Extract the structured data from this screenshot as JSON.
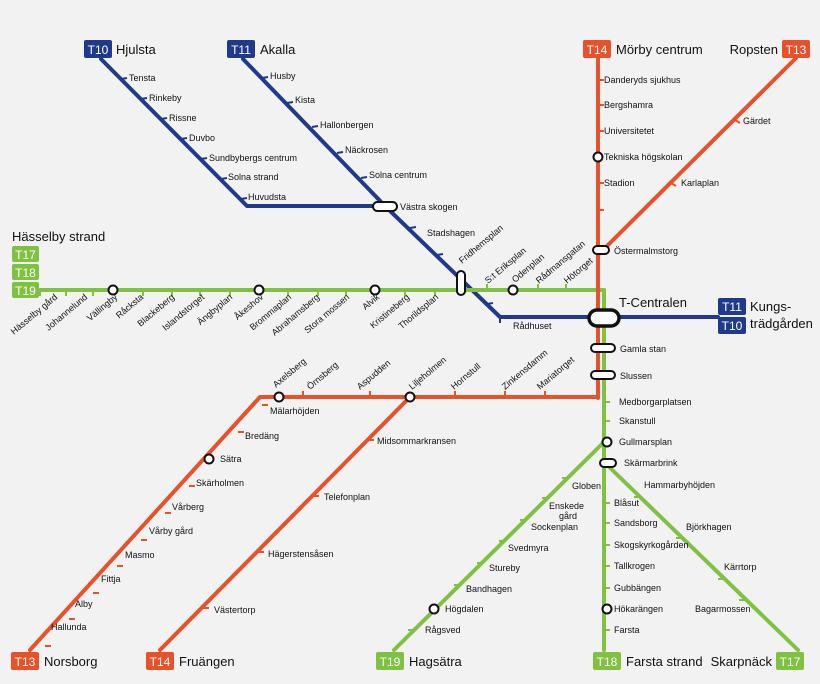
{
  "colors": {
    "green": "#7fc241",
    "red": "#e8512a",
    "blue": "#1f3a8c",
    "background": "#f2f2f2",
    "text": "#111111"
  },
  "termini": {
    "hjulsta": {
      "line": "T10",
      "name": "Hjulsta",
      "color": "blue"
    },
    "akalla": {
      "line": "T11",
      "name": "Akalla",
      "color": "blue"
    },
    "morby": {
      "line": "T14",
      "name": "Mörby centrum",
      "color": "red"
    },
    "ropsten": {
      "line": "T13",
      "name": "Ropsten",
      "color": "red"
    },
    "hasselby": {
      "name": "Hässelby strand",
      "lines": [
        "T17",
        "T18",
        "T19"
      ],
      "color": "green"
    },
    "kungstradgarden": {
      "lines": [
        "T11",
        "T10"
      ],
      "name_line1": "Kungs-",
      "name_line2": "trädgården",
      "color": "blue"
    },
    "norsborg": {
      "line": "T13",
      "name": "Norsborg",
      "color": "red"
    },
    "fruangen": {
      "line": "T14",
      "name": "Fruängen",
      "color": "red"
    },
    "hagsatra": {
      "line": "T19",
      "name": "Hagsätra",
      "color": "green"
    },
    "farsta": {
      "line": "T18",
      "name": "Farsta strand",
      "color": "green"
    },
    "skarpnack": {
      "line": "T17",
      "name": "Skarpnäck",
      "color": "green"
    }
  },
  "stations": {
    "hjulsta_branch": [
      "Tensta",
      "Rinkeby",
      "Rissne",
      "Duvbo",
      "Sundbybergs centrum",
      "Solna strand",
      "Huvudsta"
    ],
    "akalla_branch": [
      "Husby",
      "Kista",
      "Hallonbergen",
      "Näckrosen",
      "Solna centrum"
    ],
    "blue_trunk": [
      "Västra skogen",
      "Stadshagen",
      "Fridhemsplan",
      "Rådhuset"
    ],
    "tcentralen": "T-Centralen",
    "morby_branch": [
      "Danderyds sjukhus",
      "Bergshamra",
      "Universitetet",
      "Tekniska högskolan",
      "Stadion"
    ],
    "ropsten_branch": [
      "Gärdet",
      "Karlaplan"
    ],
    "ostermalmstorg": "Östermalmstorg",
    "green_west": [
      "Hässelby gård",
      "Johannelund",
      "Vällingby",
      "Råcksta",
      "Blackeberg",
      "Islandstorget",
      "Ängbyplan",
      "Åkeshov",
      "Brommaplan",
      "Abrahamsberg",
      "Stora mossen",
      "Alvik",
      "Kristineberg",
      "Thorildsplan"
    ],
    "green_city": [
      "S:t Eriksplan",
      "Odenplan",
      "Rådmansgatan",
      "Hötorget"
    ],
    "gamla_stan": "Gamla stan",
    "slussen": "Slussen",
    "red_south_trunk": [
      "Mariatorget",
      "Zinkensdamm",
      "Hornstull",
      "Liljeholmen",
      "Aspudden",
      "Örnsberg",
      "Axelsberg",
      "Mälarhöjden",
      "Bredäng",
      "Sätra",
      "Skärholmen",
      "Vårberg",
      "Vårby gård",
      "Masmo",
      "Fittja",
      "Alby",
      "Hallunda"
    ],
    "fruangen_branch": [
      "Midsommarkransen",
      "Telefonplan",
      "Hägerstensåsen",
      "Västertorp"
    ],
    "green_south_trunk": [
      "Medborgarplatsen",
      "Skanstull",
      "Gullmarsplan",
      "Skärmarbrink"
    ],
    "hagsatra_branch": [
      "Globen",
      "Enskede",
      "gård",
      "Sockenplan",
      "Svedmyra",
      "Stureby",
      "Bandhagen",
      "Högdalen",
      "Rågsved"
    ],
    "farsta_branch": [
      "Blåsut",
      "Sandsborg",
      "Skogskyrkogården",
      "Tallkrogen",
      "Gubbängen",
      "Hökarängen",
      "Farsta"
    ],
    "skarpnack_branch": [
      "Hammarbyhöjden",
      "Björkhagen",
      "Kärrtorp",
      "Bagarmossen"
    ]
  }
}
